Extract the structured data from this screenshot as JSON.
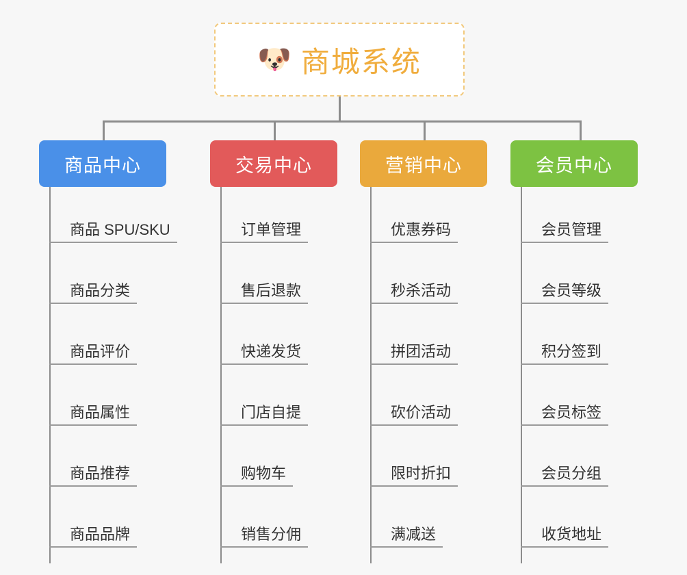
{
  "diagram": {
    "type": "org-chart",
    "background_color": "#f7f7f7",
    "connector_color": "#8c8c8c",
    "root": {
      "icon": "dog-face-emoji",
      "icon_glyph": "🐶",
      "title": "商城系统",
      "text_color": "#f0ad3e",
      "border_color": "#f2c97d",
      "background_color": "#ffffff"
    },
    "columns": [
      {
        "id": "product-center",
        "label": "商品中心",
        "color": "#4a90e8",
        "items": [
          "商品 SPU/SKU",
          "商品分类",
          "商品评价",
          "商品属性",
          "商品推荐",
          "商品品牌"
        ]
      },
      {
        "id": "trade-center",
        "label": "交易中心",
        "color": "#e25a5a",
        "items": [
          "订单管理",
          "售后退款",
          "快递发货",
          "门店自提",
          "购物车",
          "销售分佣"
        ]
      },
      {
        "id": "marketing-center",
        "label": "营销中心",
        "color": "#eaa93c",
        "items": [
          "优惠券码",
          "秒杀活动",
          "拼团活动",
          "砍价活动",
          "限时折扣",
          "满减送"
        ]
      },
      {
        "id": "member-center",
        "label": "会员中心",
        "color": "#7dc242",
        "items": [
          "会员管理",
          "会员等级",
          "积分签到",
          "会员标签",
          "会员分组",
          "收货地址"
        ]
      }
    ]
  }
}
